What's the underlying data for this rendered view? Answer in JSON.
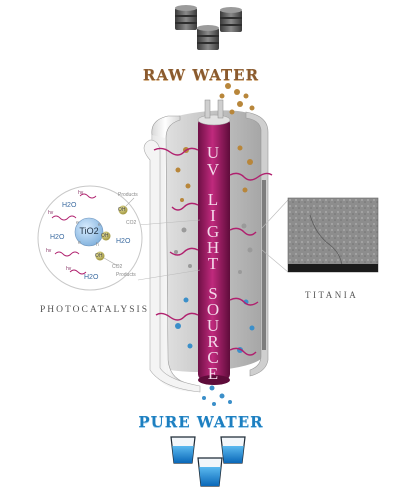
{
  "title_top": "RAW WATER",
  "title_bottom": "PURE WATER",
  "uv_letters": [
    "U",
    "V",
    "",
    "L",
    "I",
    "G",
    "H",
    "T",
    "",
    "S",
    "O",
    "U",
    "R",
    "C",
    "E"
  ],
  "photocatalysis_label": "PHOTOCATALYSIS",
  "titania_label": "TITANIA",
  "inset": {
    "center_label": "TiO2",
    "molecules": [
      "H2O",
      "H2O",
      "H2O",
      "H2O"
    ],
    "radicals": [
      "OH",
      "OH",
      "OH"
    ],
    "light_symbols": [
      "hv",
      "hv",
      "hv",
      "hv"
    ],
    "co2_labels": [
      "CO2",
      "CO2"
    ],
    "products_labels": [
      "Products",
      "Products"
    ],
    "charge_labels": [
      "e",
      "e",
      "e",
      "h"
    ]
  },
  "colors": {
    "raw_text": "#8a5a2e",
    "pure_text": "#1d7fc0",
    "uv_lamp": "#9c1a63",
    "brown_drop": "#b8863a",
    "blue_drop": "#3b8fc9",
    "light_ray": "#b0206e"
  },
  "icons": {
    "top": "barrel-icon",
    "bottom": "water-glass-icon"
  }
}
